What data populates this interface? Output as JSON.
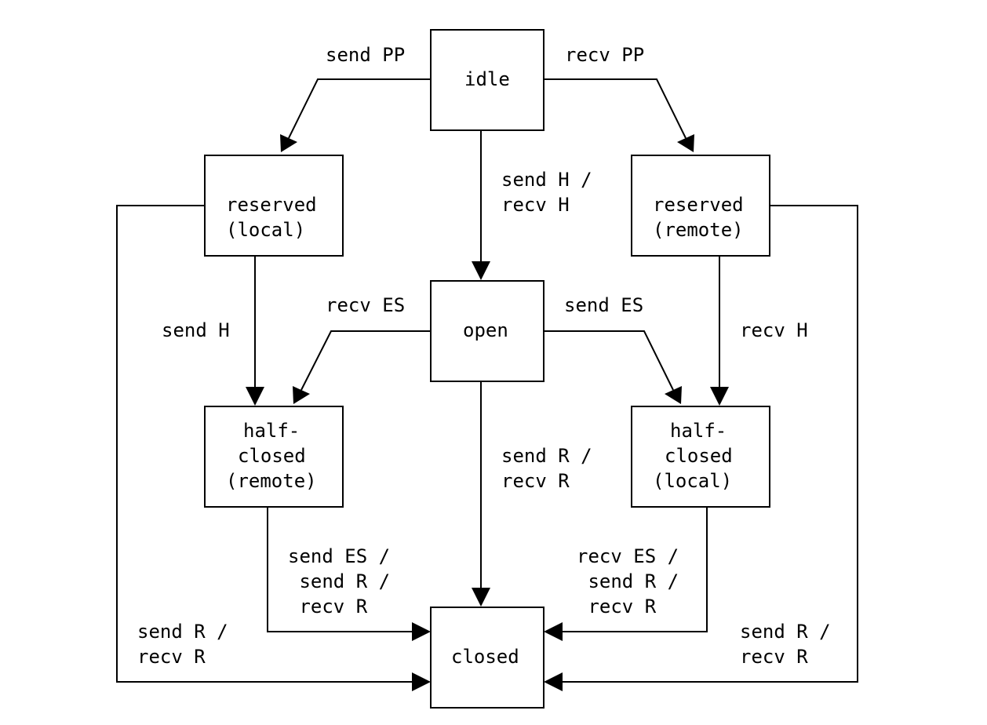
{
  "colors": {
    "stroke": "#000000",
    "background": "#ffffff",
    "text": "#000000"
  },
  "states": {
    "idle": [
      "idle"
    ],
    "reserved_local": [
      "reserved",
      "(local)"
    ],
    "reserved_remote": [
      "reserved",
      "(remote)"
    ],
    "open": [
      "open"
    ],
    "half_closed_remote": [
      "half-",
      "closed",
      "(remote)"
    ],
    "half_closed_local": [
      "half-",
      "closed",
      "(local)"
    ],
    "closed": [
      "closed"
    ]
  },
  "transitions": {
    "idle_to_reserved_local": [
      "send PP"
    ],
    "idle_to_reserved_remote": [
      "recv PP"
    ],
    "idle_to_open": [
      "send H /",
      "recv H"
    ],
    "reserved_local_to_half_closed_remote": [
      "send H"
    ],
    "reserved_remote_to_half_closed_local": [
      "recv H"
    ],
    "open_to_half_closed_remote": [
      "recv ES"
    ],
    "open_to_half_closed_local": [
      "send ES"
    ],
    "open_to_closed": [
      "send R /",
      "recv R"
    ],
    "half_closed_remote_to_closed": [
      "send ES /",
      " send R /",
      " recv R"
    ],
    "half_closed_local_to_closed": [
      "recv ES /",
      " send R /",
      " recv R"
    ],
    "reserved_local_to_closed": [
      "send R /",
      "recv R"
    ],
    "reserved_remote_to_closed": [
      "send R /",
      "recv R"
    ]
  }
}
